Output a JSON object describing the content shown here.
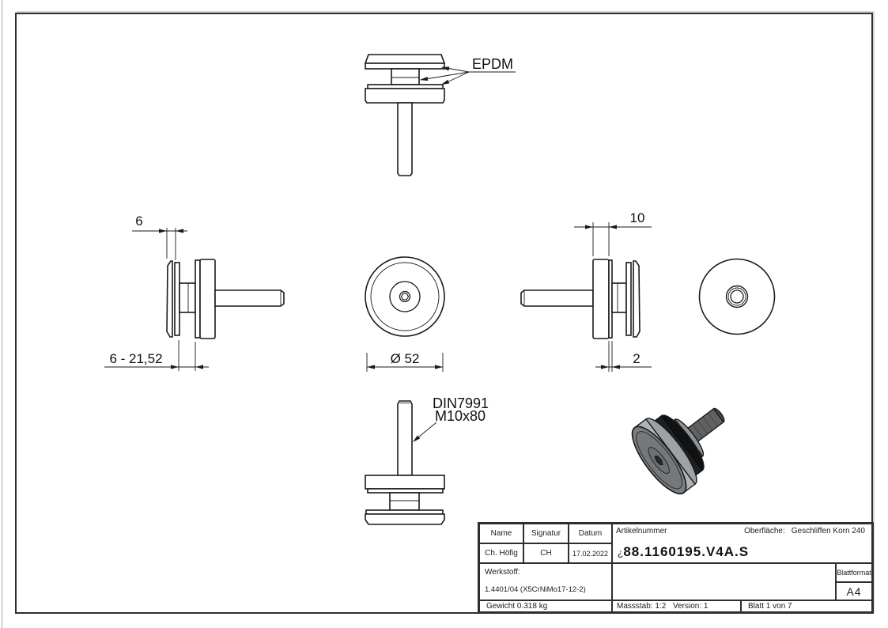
{
  "drawing": {
    "section_view": {
      "gasket_label": "EPDM"
    },
    "clamp_side_view": {
      "cap_thickness": "6",
      "clamping_range": "6 - 21,52"
    },
    "front_view": {
      "diameter": "Ø 52"
    },
    "disc_side_view": {
      "disc_thickness": "10",
      "gasket_thickness": "2"
    },
    "screw_view": {
      "screw_standard": "DIN7991",
      "screw_size": "M10x80"
    }
  },
  "title_block": {
    "name_header": "Name",
    "signatur_header": "Signatur",
    "datum_header": "Datum",
    "name_value": "Ch. Höfig",
    "signatur_value": "CH",
    "datum_value": "17.02.2022",
    "artikelnummer_label": "Artikelnummer",
    "artikelnummer_prefix": "¿",
    "artikelnummer_value": "88.1160195.V4A.S",
    "oberflaeche_label": "Oberfläche:",
    "oberflaeche_value": "Geschliffen Korn 240",
    "werkstoff_label": "Werkstoff:",
    "werkstoff_value": "1.4401/04 (X5CrNiMo17-12-2)",
    "gewicht_value": "Gewicht 0.318 kg",
    "massstab_value": "Massstab: 1:2",
    "version_value": "Version: 1",
    "blatt_value": "Blatt 1 von 7",
    "blattformat_label": "Blattformat",
    "blattformat_value": "A4"
  },
  "colors": {
    "line": "#1a1a1a",
    "background": "#ffffff",
    "frame": "#2e2e2e",
    "iso_disc_face": "#7b7e80",
    "iso_disc_rim": "#b1b4b6",
    "iso_gasket": "#1e1f21",
    "iso_stem": "#5f6163"
  }
}
